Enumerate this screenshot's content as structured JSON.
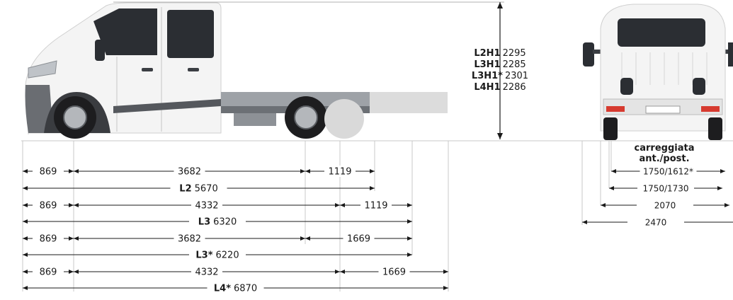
{
  "heights": [
    {
      "code": "L2H1",
      "value": "2295"
    },
    {
      "code": "L3H1",
      "value": "2285"
    },
    {
      "code": "L3H1*",
      "value": "2301"
    },
    {
      "code": "L4H1",
      "value": "2286"
    }
  ],
  "side_rows": [
    {
      "front": "869",
      "wheelbase": "3682",
      "rear": "1119"
    },
    {
      "total_code": "L2",
      "total_value": "5670"
    },
    {
      "front": "869",
      "wheelbase": "4332",
      "rear": "1119"
    },
    {
      "total_code": "L3",
      "total_value": "6320"
    },
    {
      "front": "869",
      "wheelbase": "3682",
      "rear": "1669"
    },
    {
      "total_code": "L3*",
      "total_value": "6220"
    },
    {
      "front": "869",
      "wheelbase": "4332",
      "rear": "1669"
    },
    {
      "total_code": "L4*",
      "total_value": "6870"
    }
  ],
  "track": {
    "label_line1": "carreggiata",
    "label_line2": "ant./post.",
    "values": [
      "1750/1612*",
      "1750/1730"
    ]
  },
  "widths": [
    "2070",
    "2470"
  ],
  "colors": {
    "line": "#1a1a1a",
    "body": "#f4f4f4",
    "window": "#2b2e33",
    "chassis": "#8d9196",
    "tyre": "#1d1d1f",
    "taillight": "#d63a2f"
  }
}
